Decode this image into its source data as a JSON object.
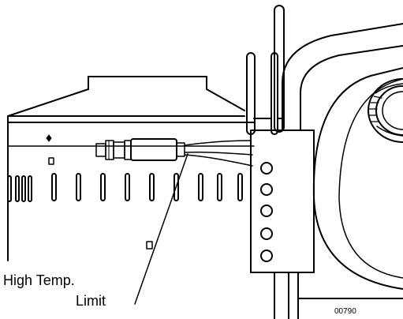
{
  "callout": {
    "line1": "High Temp.",
    "line2": "Limit"
  },
  "figure_number": "00790",
  "colors": {
    "line": "#000000",
    "background": "#ffffff"
  }
}
